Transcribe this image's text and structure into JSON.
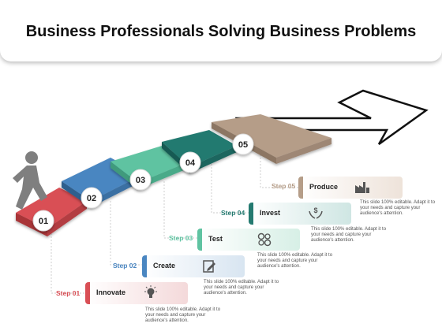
{
  "title": "Business Professionals Solving Business Problems",
  "colors": {
    "step1": "#d94f55",
    "step2": "#4a86c1",
    "step3": "#5fc3a1",
    "step4": "#247a70",
    "step5": "#b59d88"
  },
  "steps": [
    {
      "number": "01",
      "step_label": "Step 01",
      "name": "Innovate",
      "icon": "lightbulb-icon",
      "description": "This slide 100% editable. Adapt it to your needs and capture your audience's attention."
    },
    {
      "number": "02",
      "step_label": "Step 02",
      "name": "Create",
      "icon": "edit-document-icon",
      "description": "This slide 100% editable. Adapt it to your needs and capture your audience's attention."
    },
    {
      "number": "03",
      "step_label": "Step 03",
      "name": "Test",
      "icon": "gears-icon",
      "description": "This slide 100% editable. Adapt it to your needs and capture your audience's attention."
    },
    {
      "number": "04",
      "step_label": "Step 04",
      "name": "Invest",
      "icon": "money-hand-icon",
      "description": "This slide 100% editable. Adapt it to your needs and capture your audience's attention."
    },
    {
      "number": "05",
      "step_label": "Step 05",
      "name": "Produce",
      "icon": "factory-icon",
      "description": "This slide 100% editable. Adapt it to your needs and capture your audience's attention."
    }
  ]
}
